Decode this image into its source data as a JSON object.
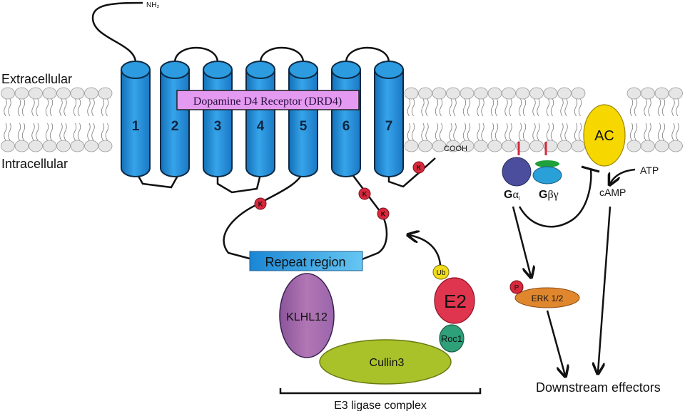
{
  "regions": {
    "extracellular": "Extracellular",
    "intracellular": "Intracellular"
  },
  "receptor": {
    "title": "Dopamine D4 Receptor (DRD4)",
    "n_terminus": "NH₂",
    "c_terminus": "COOH",
    "helices": [
      "1",
      "2",
      "3",
      "4",
      "5",
      "6",
      "7"
    ],
    "lysine_label": "K",
    "repeat_region": "Repeat region"
  },
  "e3_complex": {
    "klhl12": "KLHL12",
    "cullin3": "Cullin3",
    "roc1": "Roc1",
    "e2": "E2",
    "ub": "Ub",
    "bracket_label": "E3 ligase complex"
  },
  "signaling": {
    "ac": "AC",
    "g_alpha": "G",
    "g_alpha_sym": "α",
    "g_alpha_sub": "i",
    "g_betagamma": "G",
    "g_betagamma_sym": "βγ",
    "atp": "ATP",
    "camp": "cAMP",
    "phospho": "P",
    "erk": "ERK 1/2",
    "downstream": "Downstream effectors"
  },
  "colors": {
    "helix": "#1e8ad6",
    "helix_top": "#3aa5e6",
    "lysine": "#d8283c",
    "title_box": "#e49af0",
    "repeat_box": "#2b9be0",
    "klhl12": "#a068a8",
    "cullin3": "#a9c22a",
    "roc1": "#2ea07a",
    "e2": "#e0354e",
    "ub": "#f2dc1a",
    "ac": "#f6d800",
    "g_alpha": "#4a4e9c",
    "g_beta": "#2aa0d8",
    "g_gamma": "#1fa03a",
    "erk": "#e0872e",
    "phospho": "#d8283c"
  }
}
